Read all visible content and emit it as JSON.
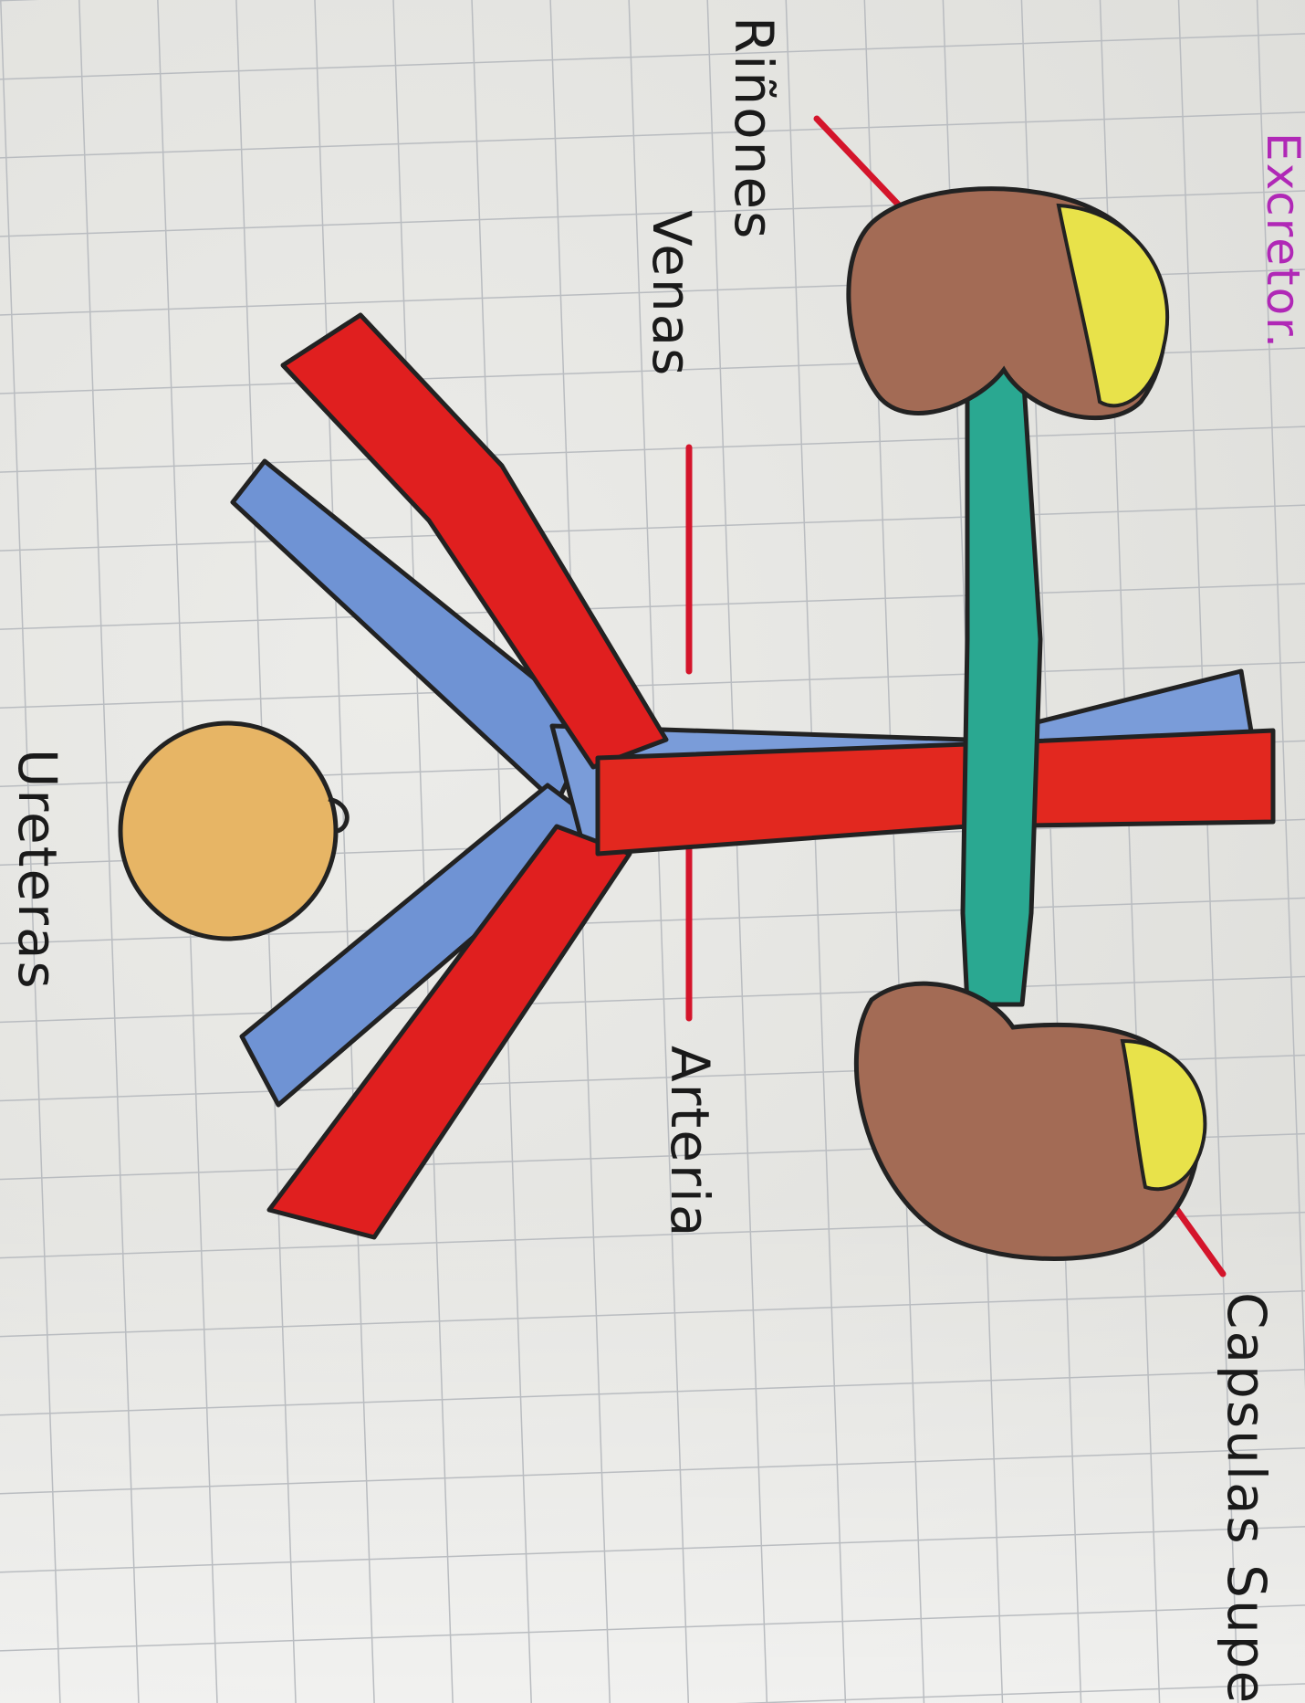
{
  "labels": {
    "rinones": "Riñones",
    "venas": "Venas",
    "arteria": "Arteria",
    "ureteras": "Ureteras",
    "capsulas": "Capsulas Supe",
    "title": "Excretor."
  },
  "colors": {
    "paper": "#e4e4e1",
    "grid": "#b9bcc0",
    "kidney": "#a36b55",
    "adrenal": "#e8e24a",
    "ureter": "#2aa891",
    "vein": "#6f93d4",
    "artery": "#e01f1f",
    "bladder": "#e7b565",
    "pointer_line": "#d4152b",
    "title_ink": "#b028b6"
  }
}
